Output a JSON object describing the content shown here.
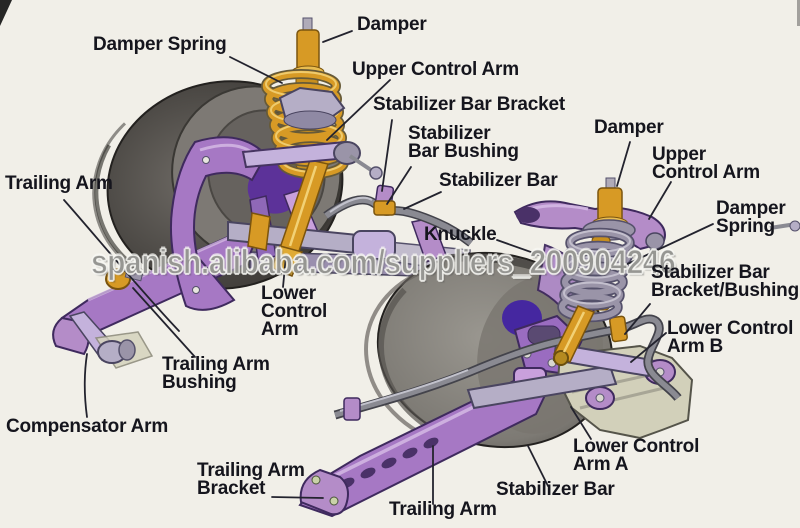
{
  "watermark": "spanish.alibaba.com/suppliers_200904246",
  "colors": {
    "background": "#f1efe8",
    "label_text": "#15151d",
    "leader_line": "#23232e",
    "arm_purple": "#a678c4",
    "arm_lavender": "#b5aec6",
    "spring_gold": "#d1992b",
    "tire_dark": "#3a3734",
    "wheel_gray": "#8d8a84",
    "hub_violet": "#4527a0",
    "subframe_olive": "#d2d0ba",
    "stabilizer_gray": "#6e6e76",
    "watermark_gray": "#8c8c8a"
  },
  "labels": {
    "damper_spring_left": "Damper Spring",
    "damper_left": "Damper",
    "upper_control_arm_left": "Upper Control Arm",
    "stabilizer_bar_bracket_left": "Stabilizer Bar Bracket",
    "stabilizer_bar_bushing_left": "Stabilizer\nBar Bushing",
    "stabilizer_bar_left": "Stabilizer Bar",
    "trailing_arm_left": "Trailing Arm",
    "knuckle": "Knuckle",
    "damper_right": "Damper",
    "upper_control_arm_right": "Upper\nControl Arm",
    "damper_spring_right": "Damper\nSpring",
    "stabilizer_bar_bracket_bushing_right": "Stabilizer Bar\nBracket/Bushing",
    "lower_control_arm_b": "Lower Control\nArm B",
    "lower_control_arm_left": "Lower\nControl\nArm",
    "trailing_arm_bushing_left": "Trailing Arm\nBushing",
    "compensator_arm_left": "Compensator Arm",
    "lower_control_arm_a": "Lower Control\nArm A",
    "trailing_arm_bracket": "Trailing Arm\nBracket",
    "stabilizer_bar_right": "Stabilizer Bar",
    "trailing_arm_right": "Trailing Arm"
  }
}
